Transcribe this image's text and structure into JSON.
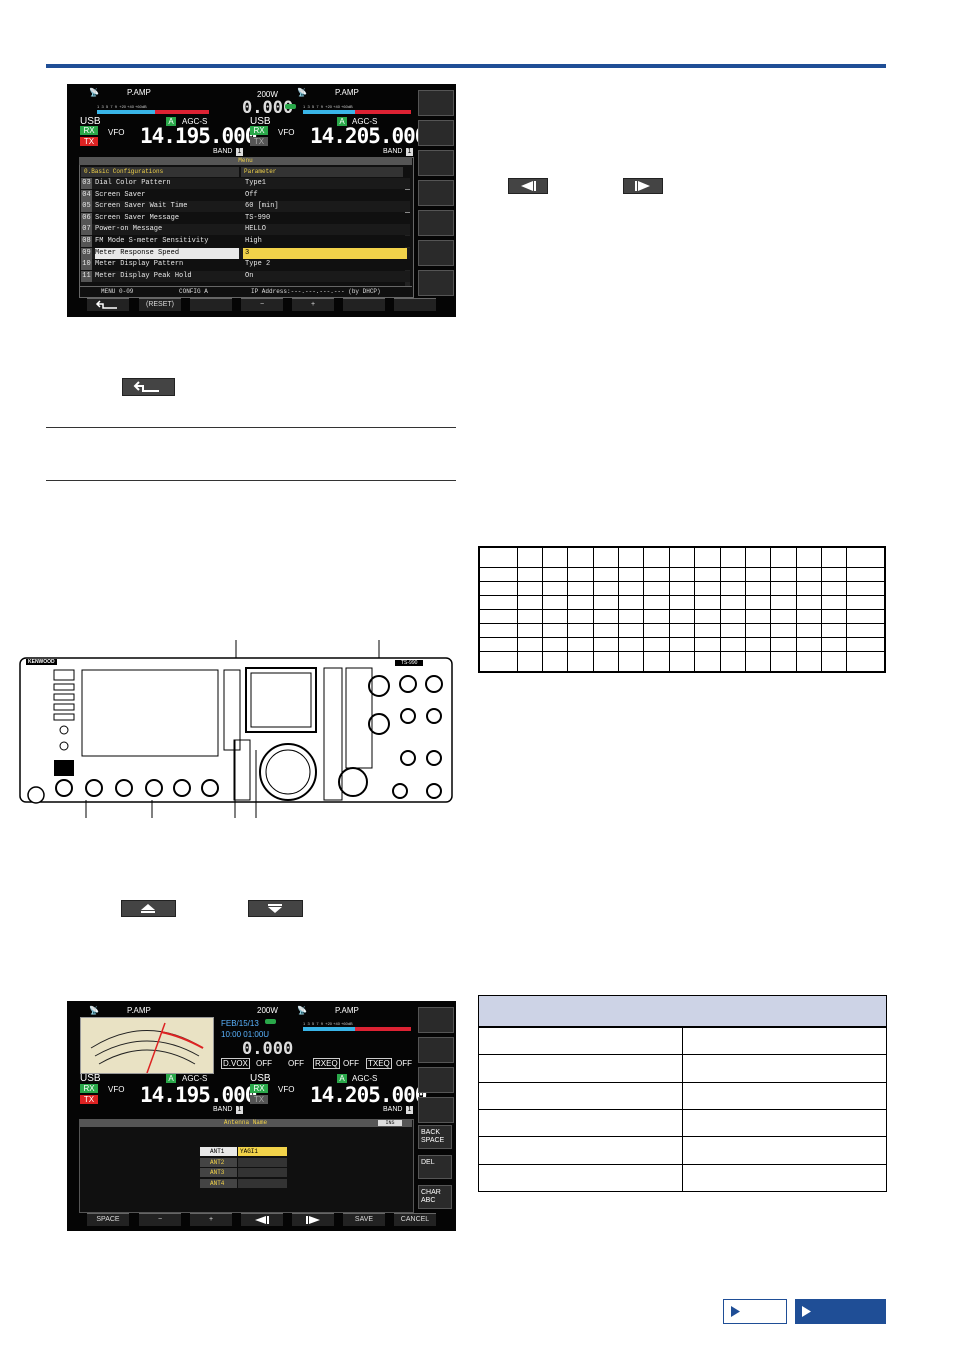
{
  "menu_screen": {
    "pamp_left": "P.AMP",
    "pamp_right": "P.AMP",
    "power": "200W",
    "sub_freq": "0.000",
    "mode_left": "USB",
    "mode_right": "USB",
    "agc_left": "AGC-S",
    "agc_right": "AGC-S",
    "vfo_left": "VFO",
    "vfo_right": "VFO",
    "rx": "RX",
    "tx": "TX",
    "a_badge": "A",
    "freq_left": "14.195.000",
    "freq_right": "14.205.000",
    "band": "BAND",
    "band_num": "1",
    "menu_title": "Menu",
    "col_group": "0.Basic Configurations",
    "col_param": "Parameter",
    "rows": [
      {
        "num": "03",
        "name": "Dial Color Pattern",
        "value": "Type1"
      },
      {
        "num": "04",
        "name": "Screen Saver",
        "value": "Off"
      },
      {
        "num": "05",
        "name": "Screen Saver Wait Time",
        "value": "60 [min]"
      },
      {
        "num": "06",
        "name": "Screen Saver Message",
        "value": "TS-990"
      },
      {
        "num": "07",
        "name": "Power-on Message",
        "value": "HELLO"
      },
      {
        "num": "08",
        "name": "FM Mode S-meter Sensitivity",
        "value": "High"
      },
      {
        "num": "09",
        "name": "Meter Response Speed",
        "value": "3"
      },
      {
        "num": "10",
        "name": "Meter Display Pattern",
        "value": "Type 2"
      },
      {
        "num": "11",
        "name": "Meter Display Peak Hold",
        "value": "On"
      }
    ],
    "status_menu": "MENU 0-09",
    "status_config": "CONFIG A",
    "status_ip": "IP Address:---.---.---.--- (by DHCP)",
    "softkeys": [
      "",
      "(RESET)",
      "",
      "−",
      "+",
      "",
      ""
    ]
  },
  "antenna_screen": {
    "pamp_left": "P.AMP",
    "pamp_right": "P.AMP",
    "power": "200W",
    "date": "FEB/15/13",
    "time": "10:00 01:00U",
    "sub_freq": "0.000",
    "dvox": "D.VOX",
    "off1": "OFF",
    "off2": "OFF",
    "rxeq": "RXEQ",
    "off3": "OFF",
    "txeq": "TXEQ",
    "off4": "OFF",
    "mode_left": "USB",
    "mode_right": "USB",
    "agc_left": "AGC-S",
    "agc_right": "AGC-S",
    "vfo_left": "VFO",
    "vfo_right": "VFO",
    "rx": "RX",
    "tx": "TX",
    "a_badge": "A",
    "freq_left": "14.195.000",
    "freq_right": "14.205.000",
    "band": "BAND",
    "band_num": "1",
    "panel_title": "Antenna Name",
    "ins": "INS",
    "antennas": [
      {
        "label": "ANT1",
        "name": "YAGI1"
      },
      {
        "label": "ANT2",
        "name": ""
      },
      {
        "label": "ANT3",
        "name": ""
      },
      {
        "label": "ANT4",
        "name": ""
      }
    ],
    "side_back": "BACK",
    "side_space": "SPACE",
    "side_del": "DEL",
    "side_char": "CHAR",
    "side_abc": "ABC",
    "softkeys": [
      "SPACE",
      "−",
      "+",
      "",
      "",
      "SAVE",
      "CANCEL"
    ]
  },
  "radio": {
    "brand": "KENWOOD",
    "model": "TS-990"
  },
  "colors": {
    "rule_blue": "#1f4e96",
    "table_header": "#cdd3e6",
    "nav_blue": "#1f4e96",
    "highlight": "#f2d34a",
    "rx_green": "#2aa84a",
    "tx_red": "#d22",
    "freq_white": "#ffffff"
  },
  "icons": {
    "return": "return-arrow-icon",
    "left": "left-arrow-icon",
    "right": "right-arrow-icon",
    "up": "up-triangle-icon",
    "down": "down-triangle-icon",
    "next": "next-arrow-icon"
  }
}
